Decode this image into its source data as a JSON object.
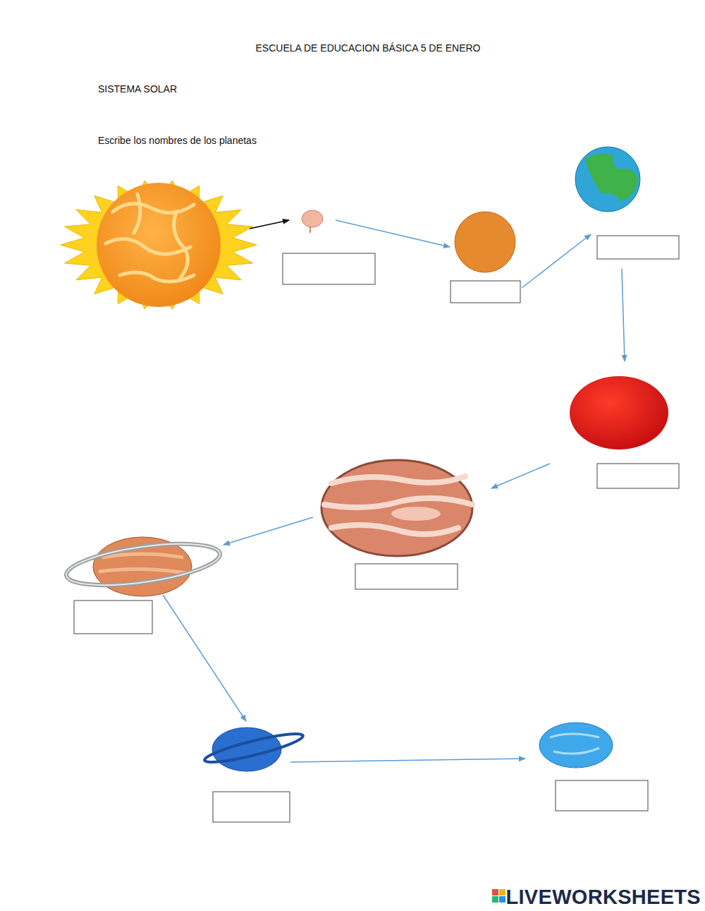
{
  "diagram": {
    "title": "ESCUELA DE EDUCACION BÁSICA 5 DE ENERO",
    "labels": [
      "SISTEMA SOLAR",
      "Escribe los nombres de los planetas",
      "LIVEWORKSHEETS"
    ]
  }
}
